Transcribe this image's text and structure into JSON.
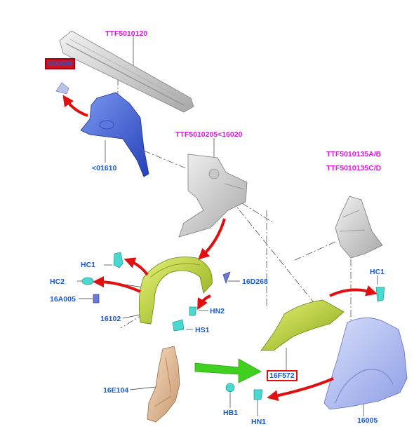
{
  "part_codes": {
    "ttf_5010120": "TTF5010120",
    "hidden_code": "010499",
    "c01610": "<01610",
    "ttf_5010205": "TTF5010205<16020",
    "ttf_5010135ab": "TTF5010135A/B",
    "ttf_5010135cd": "TTF5010135C/D",
    "hc1_left": "HC1",
    "hc2": "HC2",
    "c16a005": "16A005",
    "c16102": "16102",
    "c16d268": "16D268",
    "hn2": "HN2",
    "hs1": "HS1",
    "hc1_right": "HC1",
    "c16f572": "16F572",
    "c16e104": "16E104",
    "hb1": "HB1",
    "hn1": "HN1",
    "c16005": "16005"
  },
  "colors": {
    "part_number": "#1a5bd6",
    "assembly_ref": "#d81ad8",
    "arrow_red": "#e01010",
    "arrow_green": "#40d020",
    "panel_blue": "#3a5fd8",
    "liner_yellow": "#b8d62a",
    "fender_lavender": "#aab8f0",
    "bracket_tan": "#e0b890",
    "grey_part": "#d0d0d0",
    "clip_cyan": "#40d8d0"
  }
}
